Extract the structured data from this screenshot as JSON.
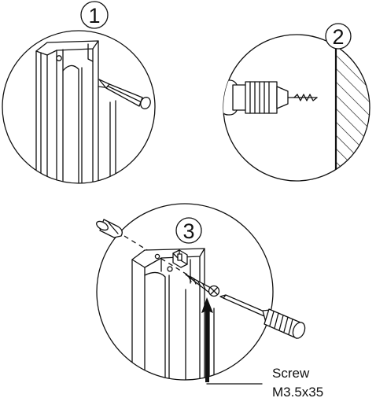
{
  "steps": [
    {
      "number": "1"
    },
    {
      "number": "2"
    },
    {
      "number": "3"
    }
  ],
  "callout": {
    "line1": "Screw",
    "line2": "M3.5x35"
  }
}
